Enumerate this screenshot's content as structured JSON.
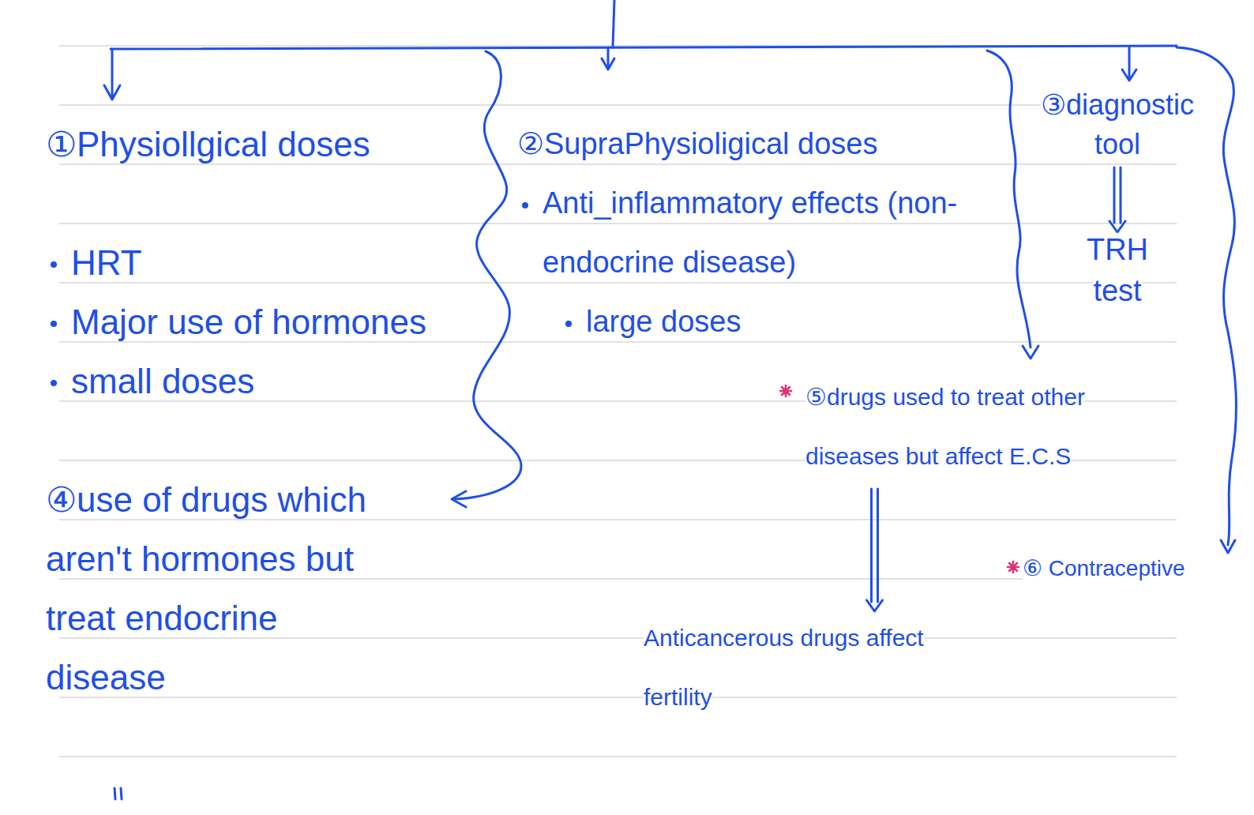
{
  "diagram": {
    "nodes": [
      {
        "text": [
          "①Physiollgical doses",
          "HRT",
          "Major use of hormones",
          "small doses"
        ]
      },
      {
        "text": [
          "②SupraPhysioligical doses",
          "Anti_inflammatory effects (non-endocrine disease)",
          "large doses"
        ]
      },
      {
        "text": [
          "③diagnostic tool"
        ]
      },
      {
        "text": [
          "TRH test"
        ]
      },
      {
        "text": [
          "④use of drugs which aren't hormones but treat endocrine disease"
        ]
      },
      {
        "text": [
          "⑤drugs used to treat other diseases but affect E.C.S"
        ]
      },
      {
        "text": [
          "Anticancerous drugs affect fertility"
        ]
      },
      {
        "text": [
          "⑥ Contraceptive"
        ]
      }
    ],
    "edges": [
      {
        "from": 2,
        "to": 3,
        "arrow": "to"
      },
      {
        "from": 5,
        "to": 6,
        "arrow": "to"
      }
    ]
  }
}
